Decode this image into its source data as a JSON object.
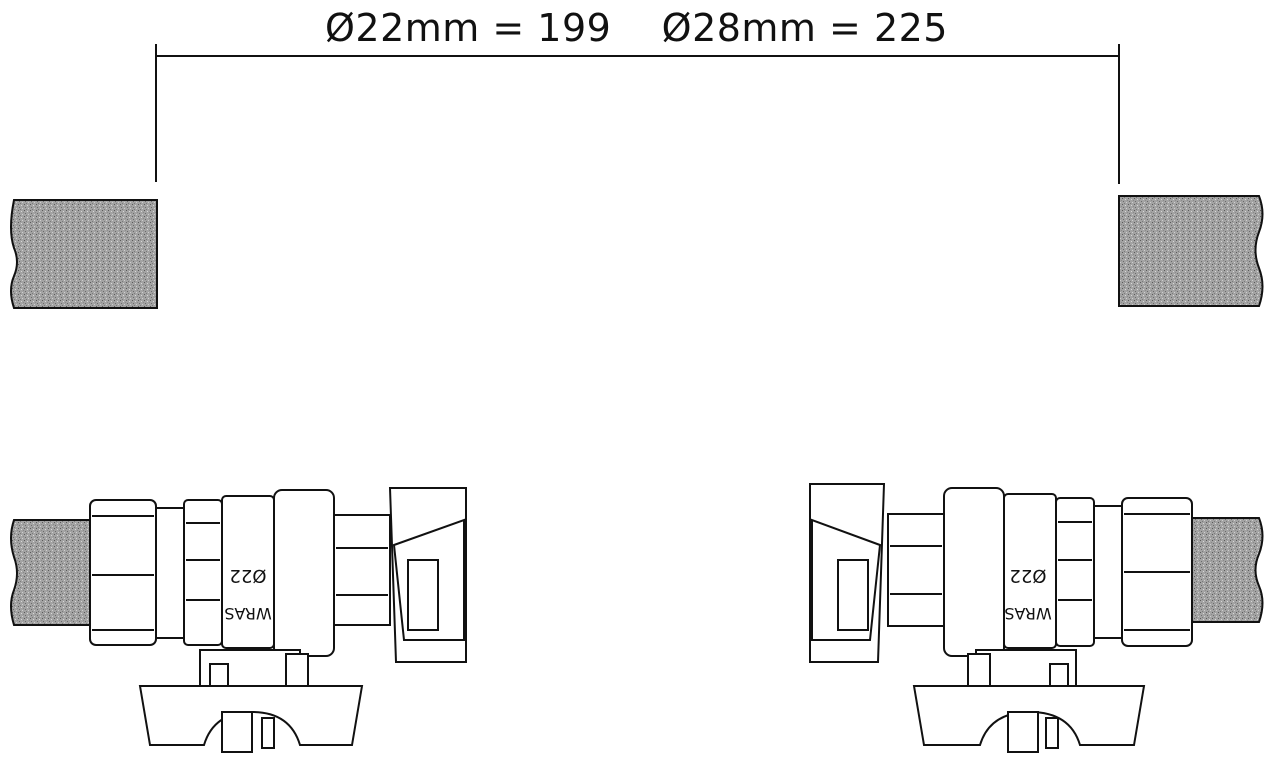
{
  "dimension": {
    "label_22": "Ø22mm = 199",
    "label_28": "Ø28mm = 225"
  },
  "markings": {
    "size": "Ø22",
    "valve": "WRAS"
  },
  "colors": {
    "line": "#111111",
    "pipe_fill": "#9a9a9a",
    "background": "#ffffff"
  }
}
